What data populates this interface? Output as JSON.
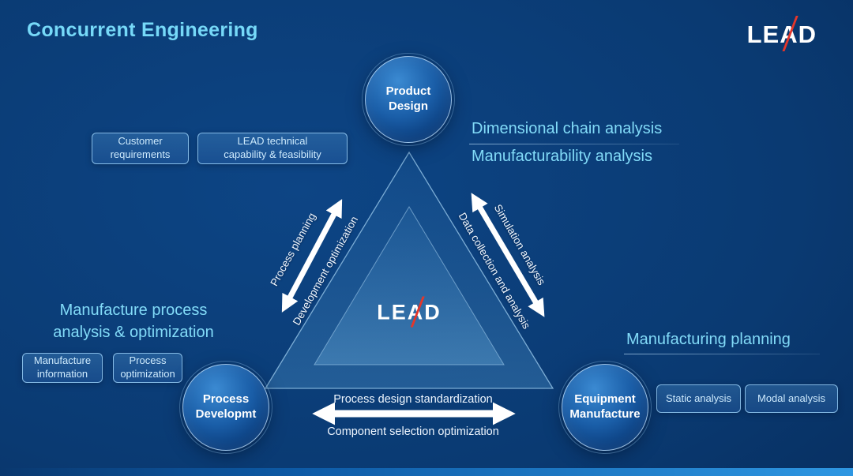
{
  "title": "Concurrent Engineering",
  "brand": {
    "prefix": "LE",
    "a": "A",
    "suffix": "D"
  },
  "colors": {
    "accent_cyan": "#82dbf8",
    "logo_red": "#e5362a",
    "background_blue": "#0a3a72",
    "arrow_white": "#ffffff"
  },
  "nodes": {
    "product_design": {
      "line1": "Product",
      "line2": "Design"
    },
    "process_development": {
      "line1": "Process",
      "line2": "Developmt"
    },
    "equipment_manufacture": {
      "line1": "Equipment",
      "line2": "Manufacture"
    }
  },
  "annotations": {
    "dimensional_chain": "Dimensional chain analysis",
    "manufacturability": "Manufacturability analysis",
    "manufacture_process_line1": "Manufacture process",
    "manufacture_process_line2": "analysis & optimization",
    "manufacturing_planning": "Manufacturing planning"
  },
  "tags": {
    "customer_requirements": [
      "Customer",
      "requirements"
    ],
    "lead_technical": [
      "LEAD technical",
      "capability & feasibility"
    ],
    "manufacture_information": [
      "Manufacture",
      "information"
    ],
    "process_optimization": [
      "Process",
      "optimization"
    ],
    "static_analysis": "Static analysis",
    "modal_analysis": "Modal analysis"
  },
  "arrows": {
    "left": {
      "outer_label": "Process planning",
      "inner_label": "Development optimization"
    },
    "right": {
      "outer_label": "Simulation analysis",
      "inner_label": "Data collection and analysis"
    },
    "bottom": {
      "top_label": "Process design standardization",
      "bottom_label": "Component selection optimization"
    }
  }
}
